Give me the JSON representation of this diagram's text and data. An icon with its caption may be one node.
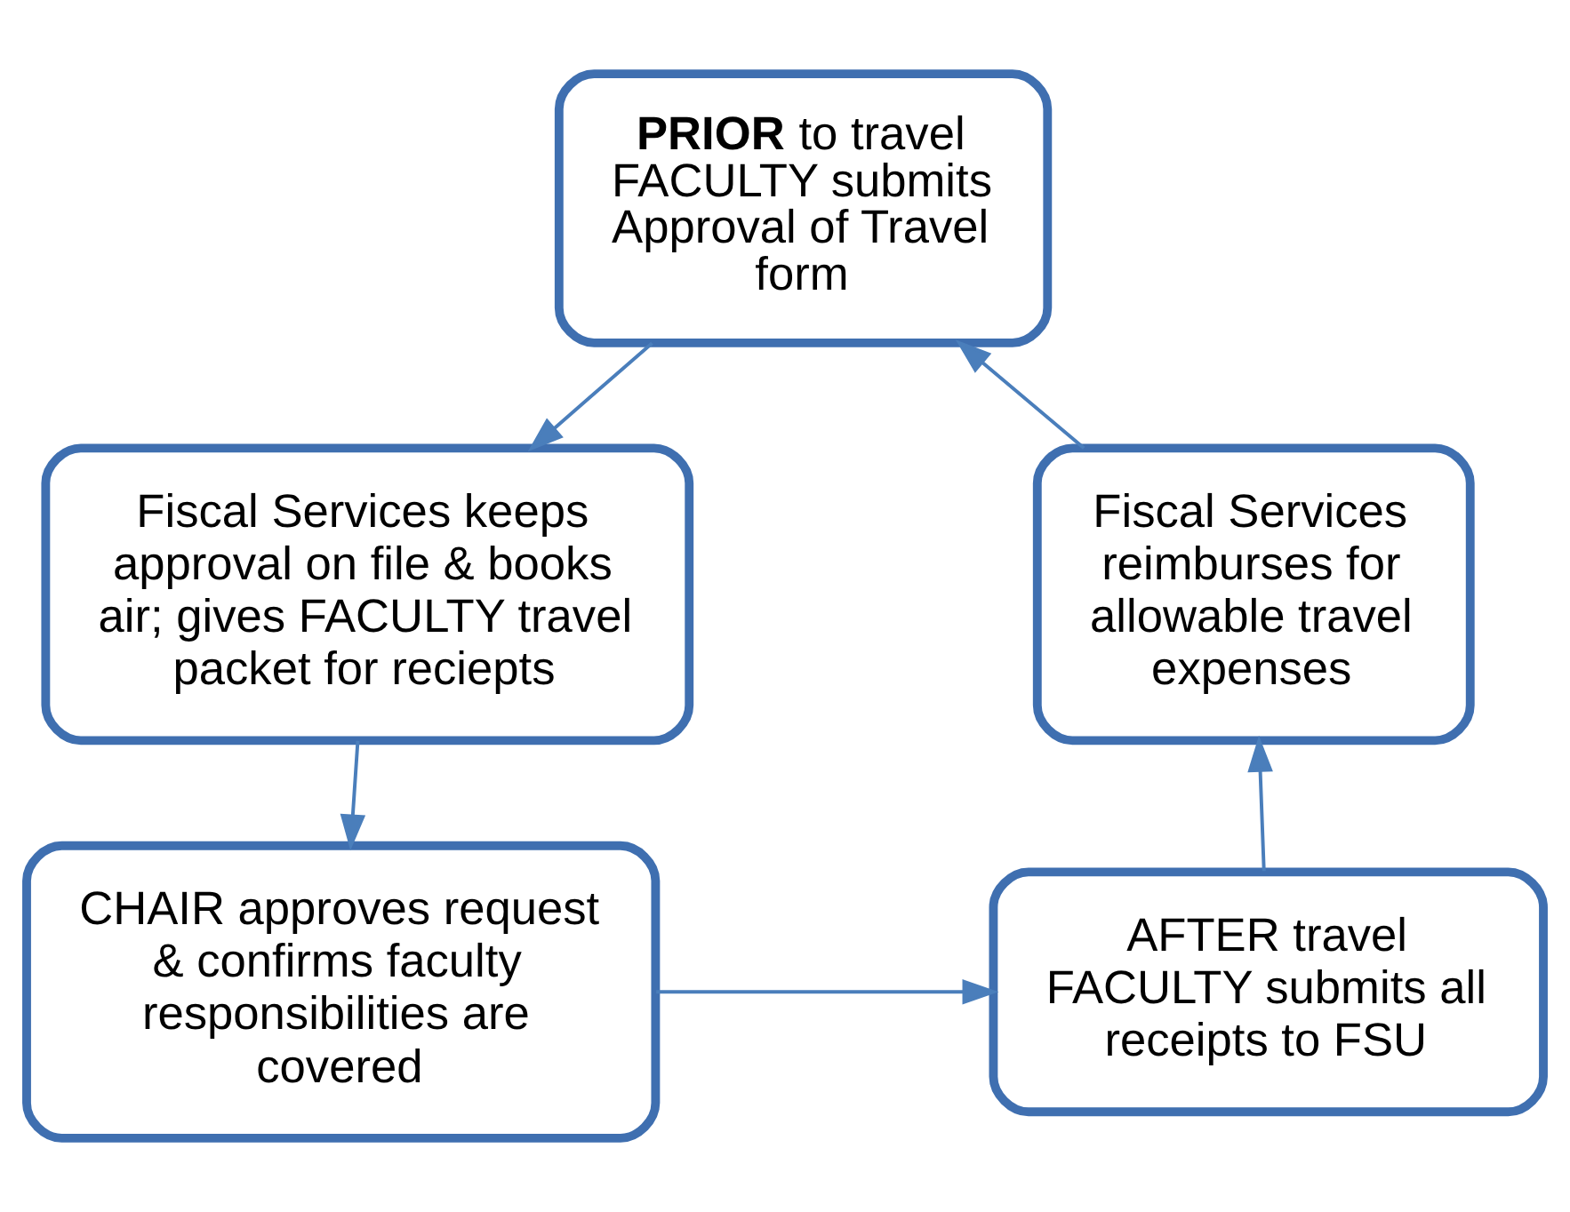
{
  "diagram": {
    "nodes": [
      {
        "text": [
          "**PRIOR** to travel FACULTY submits Approval of Travel form"
        ]
      },
      {
        "text": [
          "Fiscal Services keeps approval on file & books air; gives FACULTY travel packet for reciepts"
        ]
      },
      {
        "text": [
          "CHAIR approves request & confirms faculty responsibilities are covered"
        ]
      },
      {
        "text": [
          "AFTER travel",
          "FACULTY submits all receipts to FSU"
        ]
      },
      {
        "text": [
          "Fiscal Services reimburses for allowable travel expenses"
        ]
      }
    ],
    "edges": [
      {
        "from": 0,
        "to": 1,
        "arrow": "to"
      },
      {
        "from": 1,
        "to": 2,
        "arrow": "to"
      },
      {
        "from": 2,
        "to": 3,
        "arrow": "to"
      },
      {
        "from": 3,
        "to": 4,
        "arrow": "to"
      },
      {
        "from": 4,
        "to": 0,
        "arrow": "to"
      }
    ]
  }
}
